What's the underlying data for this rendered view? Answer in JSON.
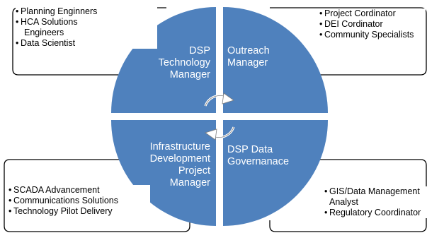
{
  "quadrants": {
    "top_left": {
      "line1": "DSP",
      "line2": "Technology",
      "line3": "Manager"
    },
    "top_right": {
      "line1": "Outreach",
      "line2": "Manager"
    },
    "bottom_left": {
      "line1": "Infrastructure",
      "line2": "Development",
      "line3": "Project",
      "line4": "Manager"
    },
    "bottom_right": {
      "line1": "DSP Data",
      "line2": "Governanace"
    }
  },
  "boxes": {
    "top_left": [
      "Planning Enginners",
      "HCA Solutions",
      "Engineers",
      "Data Scientist"
    ],
    "top_right": [
      "Project Cordinator",
      "DEI Cordinator",
      "Community Specialists"
    ],
    "bottom_left": [
      "SCADA Advancement",
      "Communications Solutions",
      "Technology Pilot Delivery"
    ],
    "bottom_right": [
      "GIS/Data Management",
      "Analyst",
      "Regulatory Coordinator"
    ]
  },
  "colors": {
    "quadrant_fill": "#4f81bd",
    "text_on_quadrant": "#ffffff",
    "cycle_arrows": "#ffffff"
  },
  "icons": {
    "center": "cycle-arrows-icon"
  }
}
